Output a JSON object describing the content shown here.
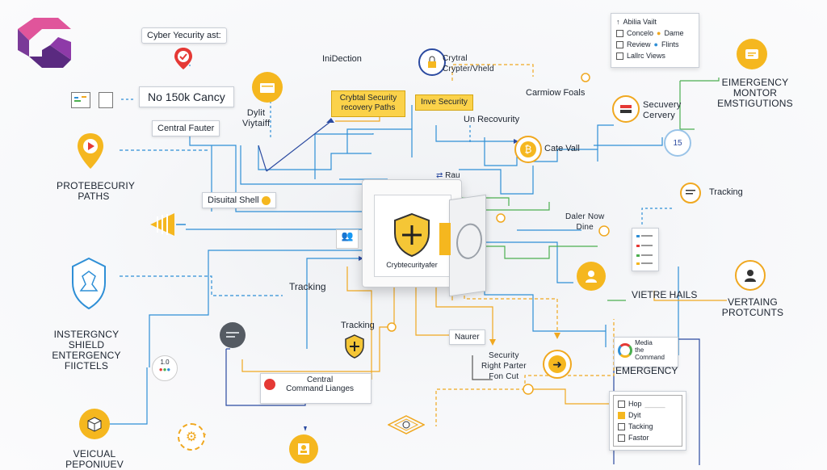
{
  "labels": {
    "cyber_security_ast": "Cyber Yecurity ast:",
    "no_150k": "No 150k Cancy",
    "introduction": "IniDection",
    "crytral_crypter": "Crytral\nCrypter/Vheld",
    "cryptral_security": "Crybtal Security\nrecovery Paths",
    "inve_security": "Inve Security",
    "carmiow_foals": "Carmiow Foals",
    "un_recovurity": "Un Recovurity",
    "secuvery_cervery": "Secuvery\nCervery",
    "emergency_monitor": "EIMERGENCY\nMONTOR\nEMSTIGUTIONS",
    "central_fauter": "Central Fauter",
    "dylit_viytaiff": "Dylit\nViytaiff",
    "cate_vall": "Cate Vall",
    "protebecuriy": "PROTEBECURIY\nPATHS",
    "disuital_shell": "Disuital Shell",
    "rau": "Rau",
    "tracking_right": "Tracking",
    "daler_now_dine": "Daler Now\nDine",
    "vault_caption": "Crybtecurityafer",
    "tracking_center": "Tracking",
    "viertre_hails": "VIETRE HAILS",
    "verting_protcunts": "VERTAING\nPROTCUNTS",
    "instergency": "INSTERGNCY\nSHIELD\nENTERGENCY\nFIICTELS",
    "tracking_lower": "Tracking",
    "naurer": "Naurer",
    "security_right_parter": "Security\nRight Parter\nFon        Cut",
    "media_command": "Media\nthe\nCommand",
    "emergency": "EMERGENCY",
    "central_command": "Central\nCommand Lianges",
    "veicual": "VEICUAL\nPEPONIUEV",
    "badge_15": "15",
    "small_10": "1.0"
  },
  "top_right_panel": {
    "title": "Abilia Vailt",
    "items": [
      {
        "label": "Concelo",
        "extra": "Dame"
      },
      {
        "label": "Review",
        "extra": "Flints"
      },
      {
        "label": "Lallrc Views",
        "extra": ""
      }
    ]
  },
  "bottom_right_panel": {
    "items": [
      {
        "label": "Hop"
      },
      {
        "label": "Dyit"
      },
      {
        "label": "Tacking"
      },
      {
        "label": "Fastor"
      }
    ]
  },
  "colors": {
    "blue_line": "#2f8fd6",
    "orange_line": "#f0a820",
    "green_line": "#4caf50",
    "dark_blue": "#2b4aa0",
    "accent_yellow": "#f5b71f"
  }
}
